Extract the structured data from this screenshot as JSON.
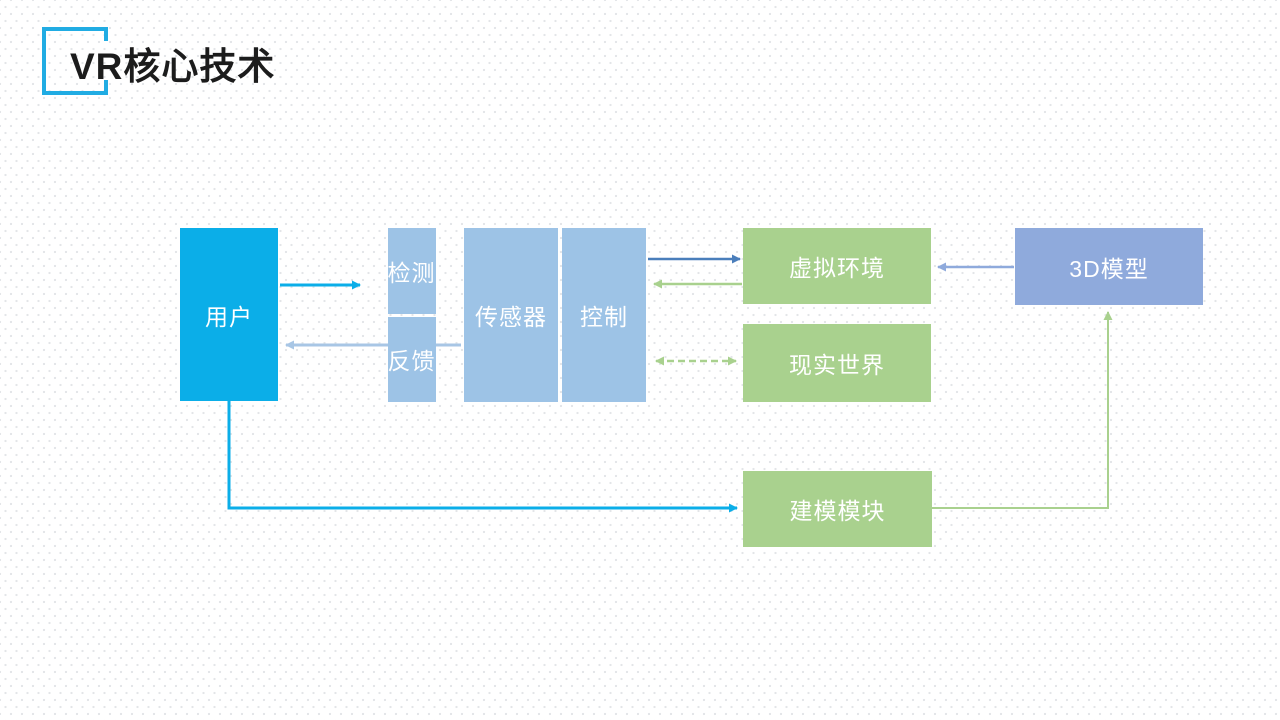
{
  "title": {
    "text": "VR核心技术"
  },
  "colors": {
    "title_text": "#1C1C1C",
    "bracket_accent": "#21ACE3",
    "box_user": "#0BAEE8",
    "box_light_blue": "#9DC3E6",
    "box_green": "#A9D18E",
    "box_periwinkle": "#8FAADC",
    "box_text": "#FFFFFF",
    "arrow_cyan": "#0BAEE8",
    "arrow_blue": "#4A7EBB",
    "arrow_green": "#A9D18E",
    "arrow_periwinkle": "#8FAADC",
    "arrow_light_blue": "#A8C6E5",
    "background_dots": "#E3E5E8"
  },
  "nodes": {
    "user": "用户",
    "detect": "检测",
    "feedback": "反馈",
    "sensor": "传感器",
    "control": "控制",
    "virtual_env": "虚拟环境",
    "real_world": "现实世界",
    "model_3d": "3D模型",
    "modeling_module": "建模模块"
  },
  "edges": [
    {
      "from": "用户",
      "to": "检测",
      "style": "solid",
      "color": "cyan",
      "bidirectional": false
    },
    {
      "from": "反馈",
      "to": "用户",
      "style": "solid",
      "color": "light_blue",
      "bidirectional": false
    },
    {
      "from": "控制",
      "to": "虚拟环境",
      "style": "solid",
      "color": "blue",
      "bidirectional": false
    },
    {
      "from": "虚拟环境",
      "to": "控制",
      "style": "solid",
      "color": "green",
      "bidirectional": false
    },
    {
      "from": "控制",
      "to": "现实世界",
      "style": "dashed",
      "color": "green",
      "bidirectional": true
    },
    {
      "from": "3D模型",
      "to": "虚拟环境",
      "style": "solid",
      "color": "periwinkle",
      "bidirectional": false
    },
    {
      "from": "用户",
      "to": "建模模块",
      "style": "solid-elbow",
      "color": "cyan",
      "bidirectional": false
    },
    {
      "from": "建模模块",
      "to": "3D模型",
      "style": "solid-elbow",
      "color": "green",
      "bidirectional": false
    }
  ]
}
